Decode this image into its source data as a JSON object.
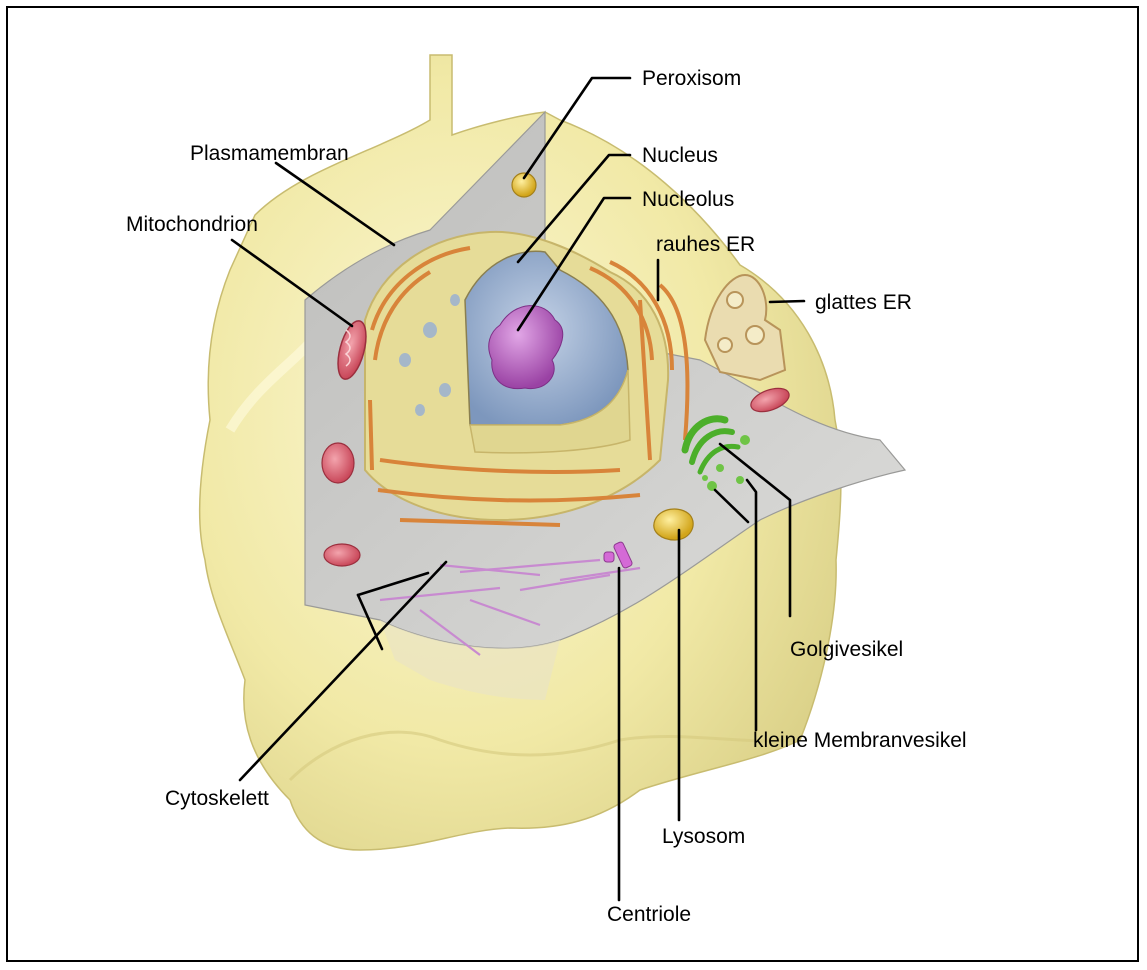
{
  "diagram": {
    "labels": {
      "peroxisom": "Peroxisom",
      "plasmamembran": "Plasmamembran",
      "nucleus": "Nucleus",
      "nucleolus": "Nucleolus",
      "mitochondrion": "Mitochondrion",
      "rauhes_er": "rauhes ER",
      "glattes_er": "glattes ER",
      "golgivesikel": "Golgivesikel",
      "kleine_membranvesikel": "kleine Membranvesikel",
      "cytoskelett": "Cytoskelett",
      "lysosom": "Lysosom",
      "centriole": "Centriole"
    },
    "colors": {
      "cytoplasm_outer": "#f4eeb0",
      "cut_surface": "#c9c9c7",
      "nucleus_envelope": "#e6dc98",
      "nucleoplasm": "#a8bcd8",
      "nucleolus": "#b85fc0",
      "er_orange": "#d8843a",
      "mitochondrion": "#e0707c",
      "golgi": "#4caf2a",
      "lysosome": "#e8c23a",
      "cytoskeleton": "#c88ad0"
    }
  }
}
